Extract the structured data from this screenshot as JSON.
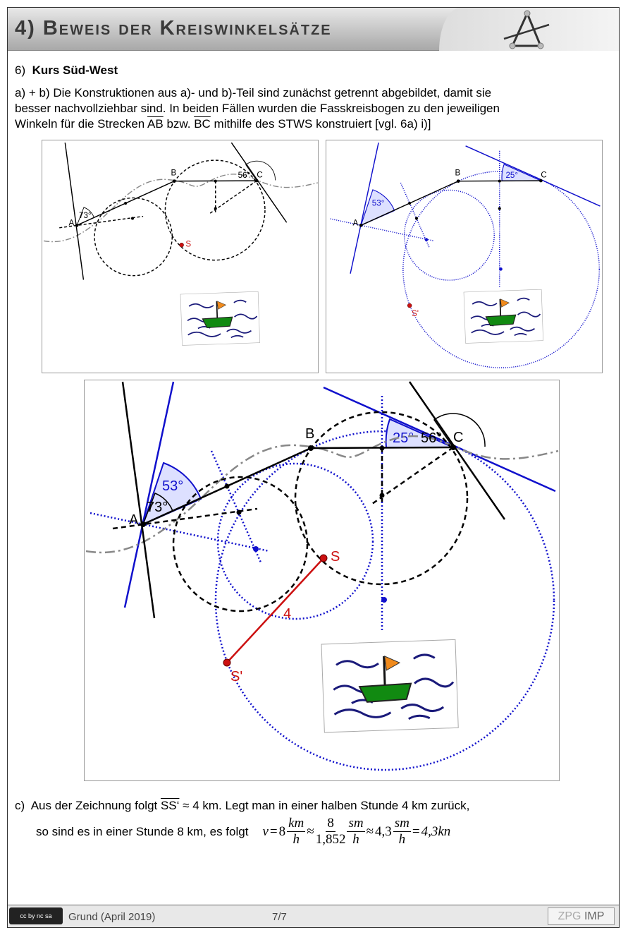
{
  "header": {
    "title": "4) Beweis der Kreiswinkelsätze"
  },
  "task": {
    "number": "6)",
    "title": "Kurs Süd-West",
    "ab_line1": "a) + b) Die Konstruktionen aus a)- und b)-Teil sind zunächst getrennt abgebildet, damit sie",
    "ab_line2": "besser nachvollziehbar sind. In beiden Fällen wurden die Fasskreisbogen zu den jeweiligen",
    "ab_line3a": "Winkeln für die Strecken ",
    "ab_seg1": "AB",
    "ab_line3b": " bzw. ",
    "ab_seg2": "BC",
    "ab_line3c": " mithilfe des STWS konstruiert [vgl. 6a) i)]",
    "c_label": "c)",
    "c_line1a": "Aus der Zeichnung folgt ",
    "c_seg": "SS‘",
    "c_line1b": " ≈ 4 km. Legt man in einer halben Stunde 4 km zurück,",
    "c_line2": "so sind es in einer Stunde 8 km, es folgt",
    "formula": {
      "v": "v",
      "eq": "=",
      "n8": "8",
      "km": "km",
      "h": "h",
      "approx": "≈",
      "num8": "8",
      "den": "1,852",
      "sm": "sm",
      "n43": "4,3",
      "res": "4,3kn"
    }
  },
  "figure": {
    "labels": {
      "A": "A",
      "B": "B",
      "C": "C",
      "S": "S",
      "S2": "S'",
      "a73": "73°",
      "a56": "56°",
      "a53": "53°",
      "a25": "25°",
      "dist": "4"
    }
  },
  "footer": {
    "license": "cc by nc sa",
    "author": "Grund (April 2019)",
    "page": "7/7",
    "brand1": "ZPG",
    "brand2": "IMP"
  },
  "colors": {
    "blue": "#1010cc",
    "red": "#cc1010",
    "gray": "#888888"
  }
}
